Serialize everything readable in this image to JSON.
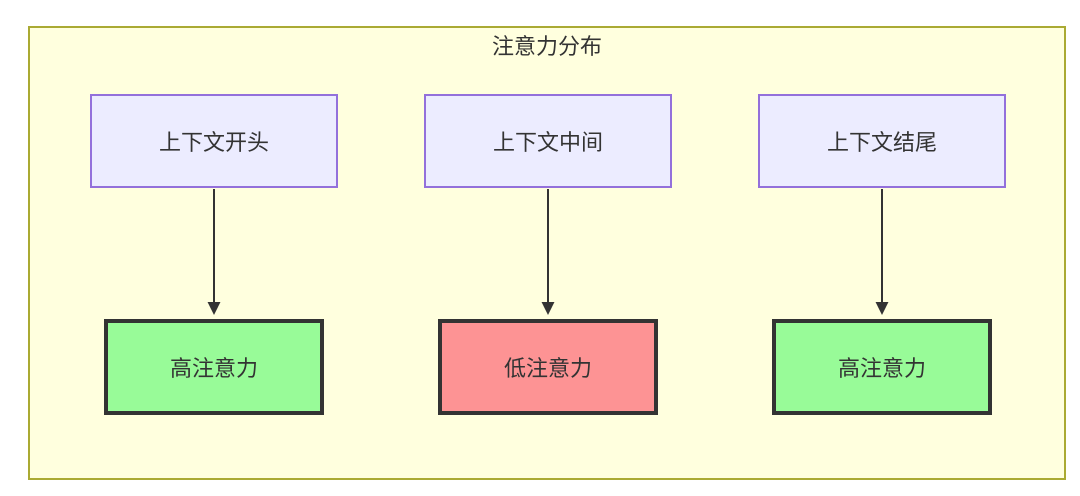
{
  "diagram": {
    "title": "注意力分布",
    "sources": [
      {
        "id": "context-start",
        "label": "上下文开头"
      },
      {
        "id": "context-middle",
        "label": "上下文中间"
      },
      {
        "id": "context-end",
        "label": "上下文结尾"
      }
    ],
    "results": [
      {
        "id": "attention-start",
        "label": "高注意力",
        "level": "high"
      },
      {
        "id": "attention-middle",
        "label": "低注意力",
        "level": "low"
      },
      {
        "id": "attention-end",
        "label": "高注意力",
        "level": "high"
      }
    ],
    "edges": [
      {
        "from": "上下文开头",
        "to": "高注意力"
      },
      {
        "from": "上下文中间",
        "to": "低注意力"
      },
      {
        "from": "上下文结尾",
        "to": "高注意力"
      }
    ],
    "colors": {
      "container_fill": "#ffffde",
      "container_border": "#aaaa33",
      "source_fill": "#ececff",
      "source_border": "#9370db",
      "high_attention_fill": "#98fb98",
      "low_attention_fill": "#fd9394",
      "result_border": "#333333",
      "edge_stroke": "#333333",
      "text": "#333333"
    }
  }
}
